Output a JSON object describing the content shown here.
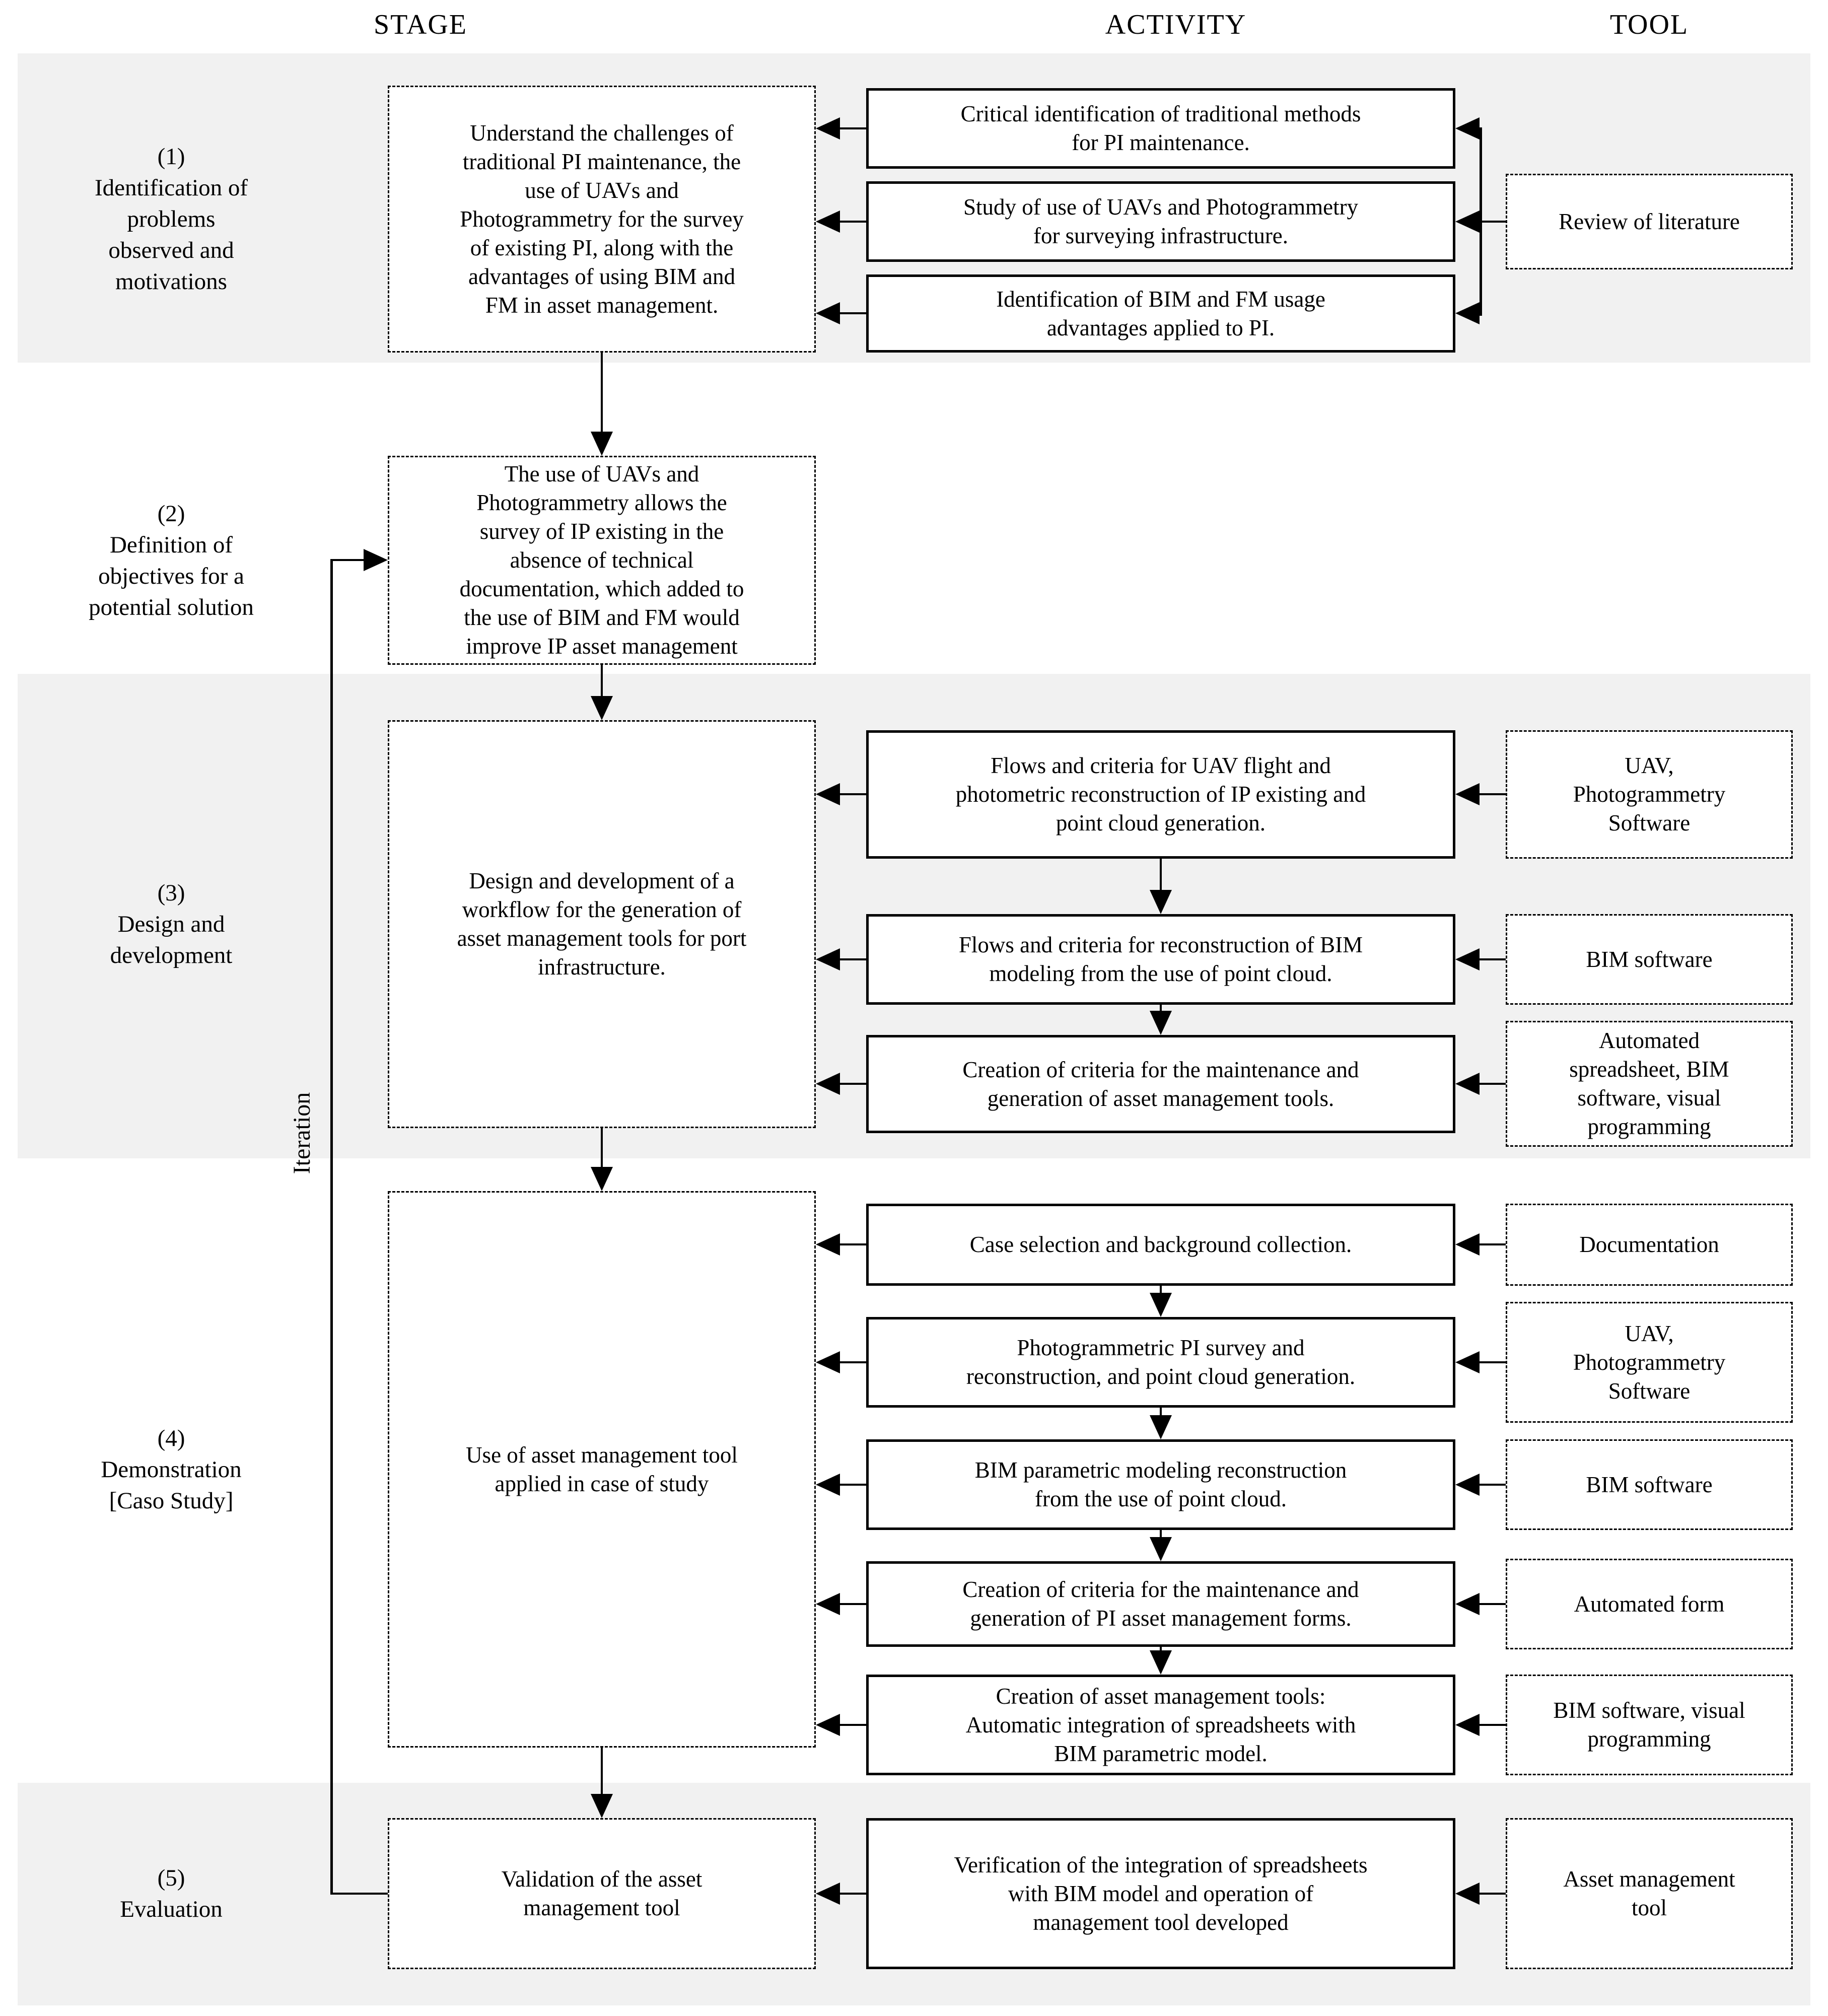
{
  "headers": {
    "stage": "STAGE",
    "activity": "ACTIVITY",
    "tool": "TOOL"
  },
  "iteration_label": "Iteration",
  "colors": {
    "band_background": "#f1f1f1",
    "box_background": "#ffffff",
    "line_and_text": "#000000"
  },
  "stages": [
    {
      "number": "(1)",
      "label": "Identification of\nproblems\nobserved and\nmotivations",
      "box": "Understand the challenges of\ntraditional PI maintenance, the\nuse of UAVs and\nPhotogrammetry for the survey\nof existing PI, along with the\nadvantages of using BIM and\nFM in asset management."
    },
    {
      "number": "(2)",
      "label": "Definition of\nobjectives for a\npotential solution",
      "box": "The use of UAVs and\nPhotogrammetry allows the\nsurvey of IP existing in the\nabsence of technical\ndocumentation, which added to\nthe use of BIM and FM would\nimprove IP asset management"
    },
    {
      "number": "(3)",
      "label": "Design and\ndevelopment",
      "box": "Design and development of a\nworkflow for the generation of\nasset management tools for port\ninfrastructure."
    },
    {
      "number": "(4)",
      "label": "Demonstration\n[Caso Study]",
      "box": "Use of asset management tool\napplied in case of study"
    },
    {
      "number": "(5)",
      "label": "Evaluation",
      "box": "Validation of the asset\nmanagement tool"
    }
  ],
  "activities": [
    {
      "text": "Critical identification of traditional methods\nfor PI maintenance."
    },
    {
      "text": "Study of use of UAVs and Photogrammetry\nfor surveying infrastructure."
    },
    {
      "text": "Identification of BIM and FM usage\nadvantages applied to PI."
    },
    {
      "text": "Flows and criteria for UAV flight and\nphotometric reconstruction of IP existing and\npoint cloud generation."
    },
    {
      "text": "Flows and criteria for reconstruction of BIM\nmodeling from the use of point cloud."
    },
    {
      "text": "Creation of criteria for the maintenance and\ngeneration of asset management tools."
    },
    {
      "text": "Case selection and background collection."
    },
    {
      "text": "Photogrammetric PI survey and\nreconstruction, and point cloud generation."
    },
    {
      "text": "BIM parametric modeling reconstruction\nfrom the use of point cloud."
    },
    {
      "text": "Creation of criteria for the maintenance and\ngeneration of PI asset management forms."
    },
    {
      "text": "Creation of asset management tools:\nAutomatic integration of spreadsheets with\nBIM parametric model."
    },
    {
      "text": "Verification of the integration of spreadsheets\nwith BIM model and operation of\nmanagement tool developed"
    }
  ],
  "tools": [
    {
      "text": "Review of literature"
    },
    {
      "text": "UAV,\nPhotogrammetry\nSoftware"
    },
    {
      "text": "BIM software"
    },
    {
      "text": "Automated\nspreadsheet, BIM\nsoftware, visual\nprogramming"
    },
    {
      "text": "Documentation"
    },
    {
      "text": "UAV,\nPhotogrammetry\nSoftware"
    },
    {
      "text": "BIM software"
    },
    {
      "text": "Automated form"
    },
    {
      "text": "BIM software, visual\nprogramming"
    },
    {
      "text": "Asset management\ntool"
    }
  ]
}
